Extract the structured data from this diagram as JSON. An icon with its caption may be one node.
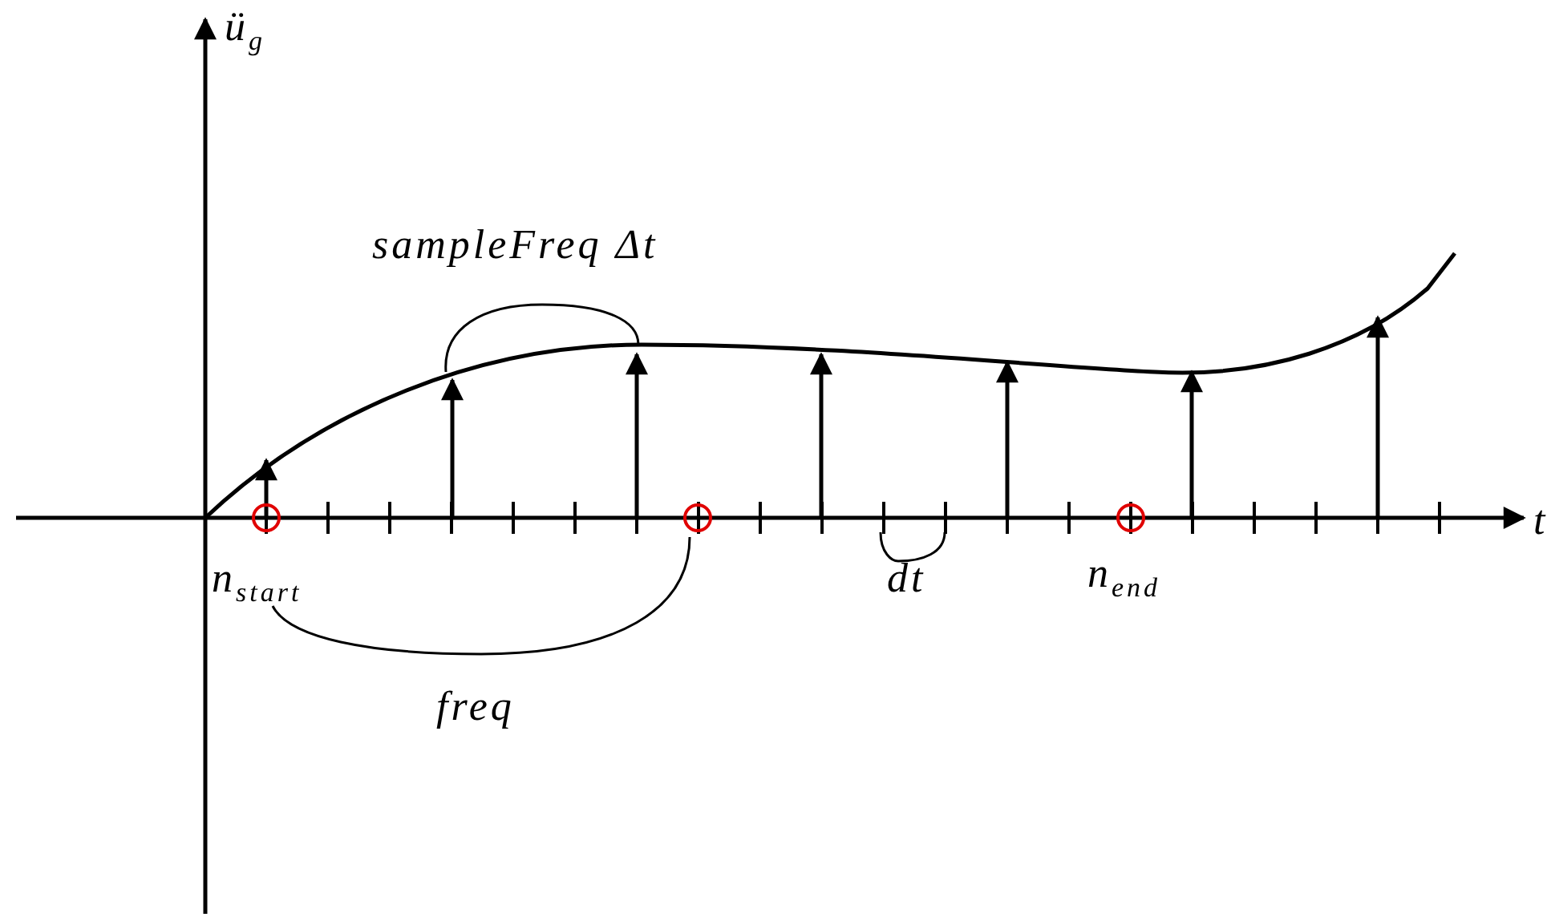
{
  "diagram": {
    "labels": [
      "ü$_{g}$",
      "sampleFreq Δt",
      "t",
      "n$_{start}$",
      "dt",
      "n$_{end}$",
      "freq"
    ]
  }
}
